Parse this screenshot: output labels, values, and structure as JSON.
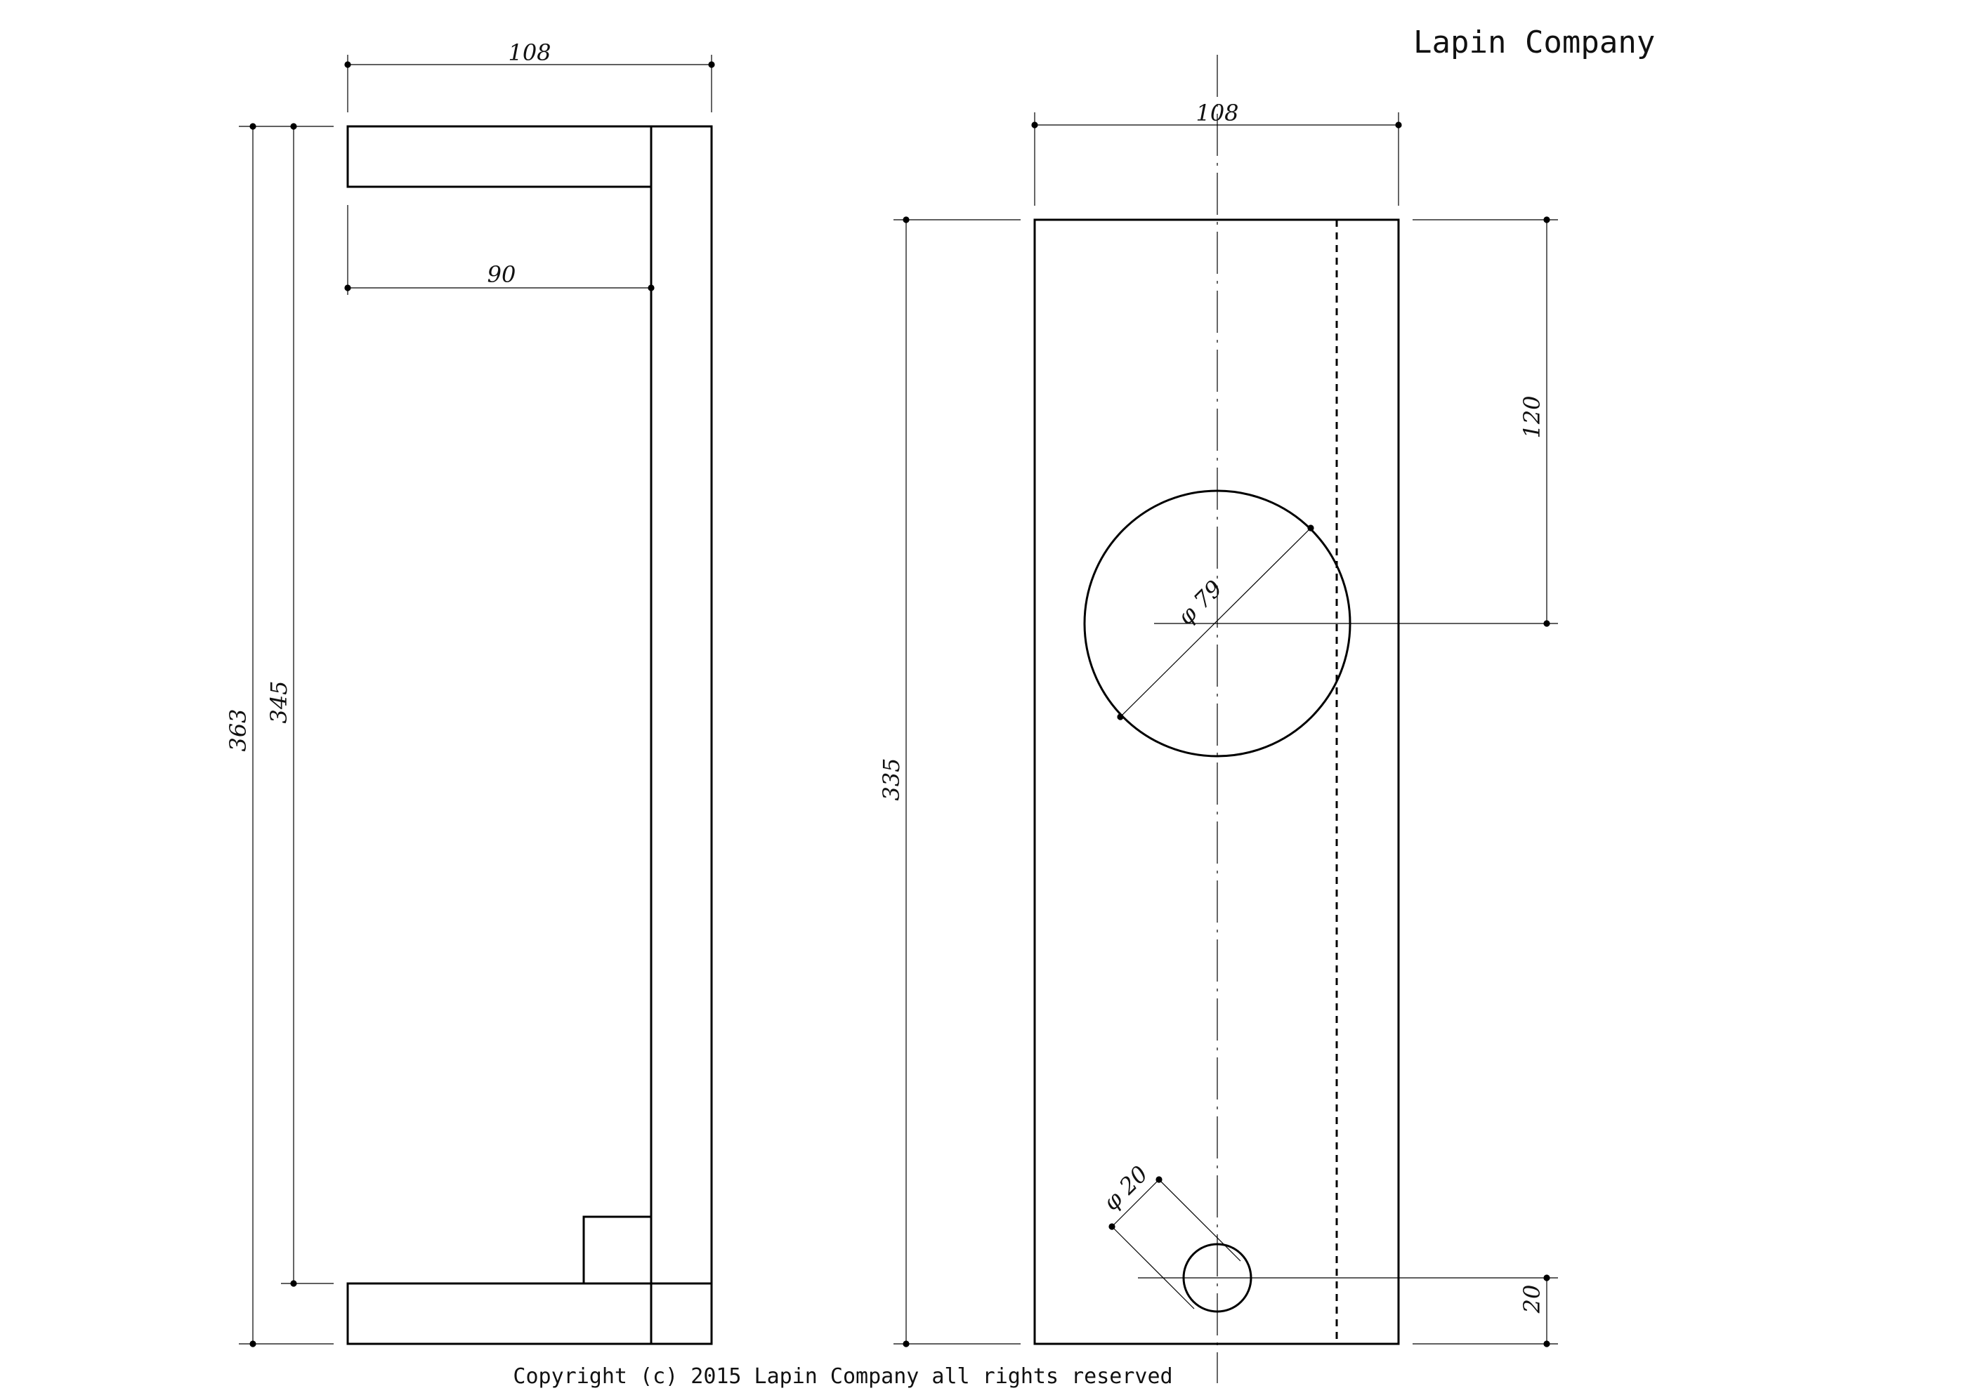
{
  "title": "Lapin Company",
  "copyright": "Copyright (c) 2015 Lapin Company all rights reserved",
  "side_view": {
    "width_label": "108",
    "inner_depth_label": "90",
    "total_height_label": "363",
    "inner_height_label": "345"
  },
  "front_view": {
    "width_label": "108",
    "height_label": "335",
    "driver_offset_label": "120",
    "port_offset_label": "20",
    "driver_hole_label": "φ 79",
    "port_hole_label": "φ 20"
  }
}
